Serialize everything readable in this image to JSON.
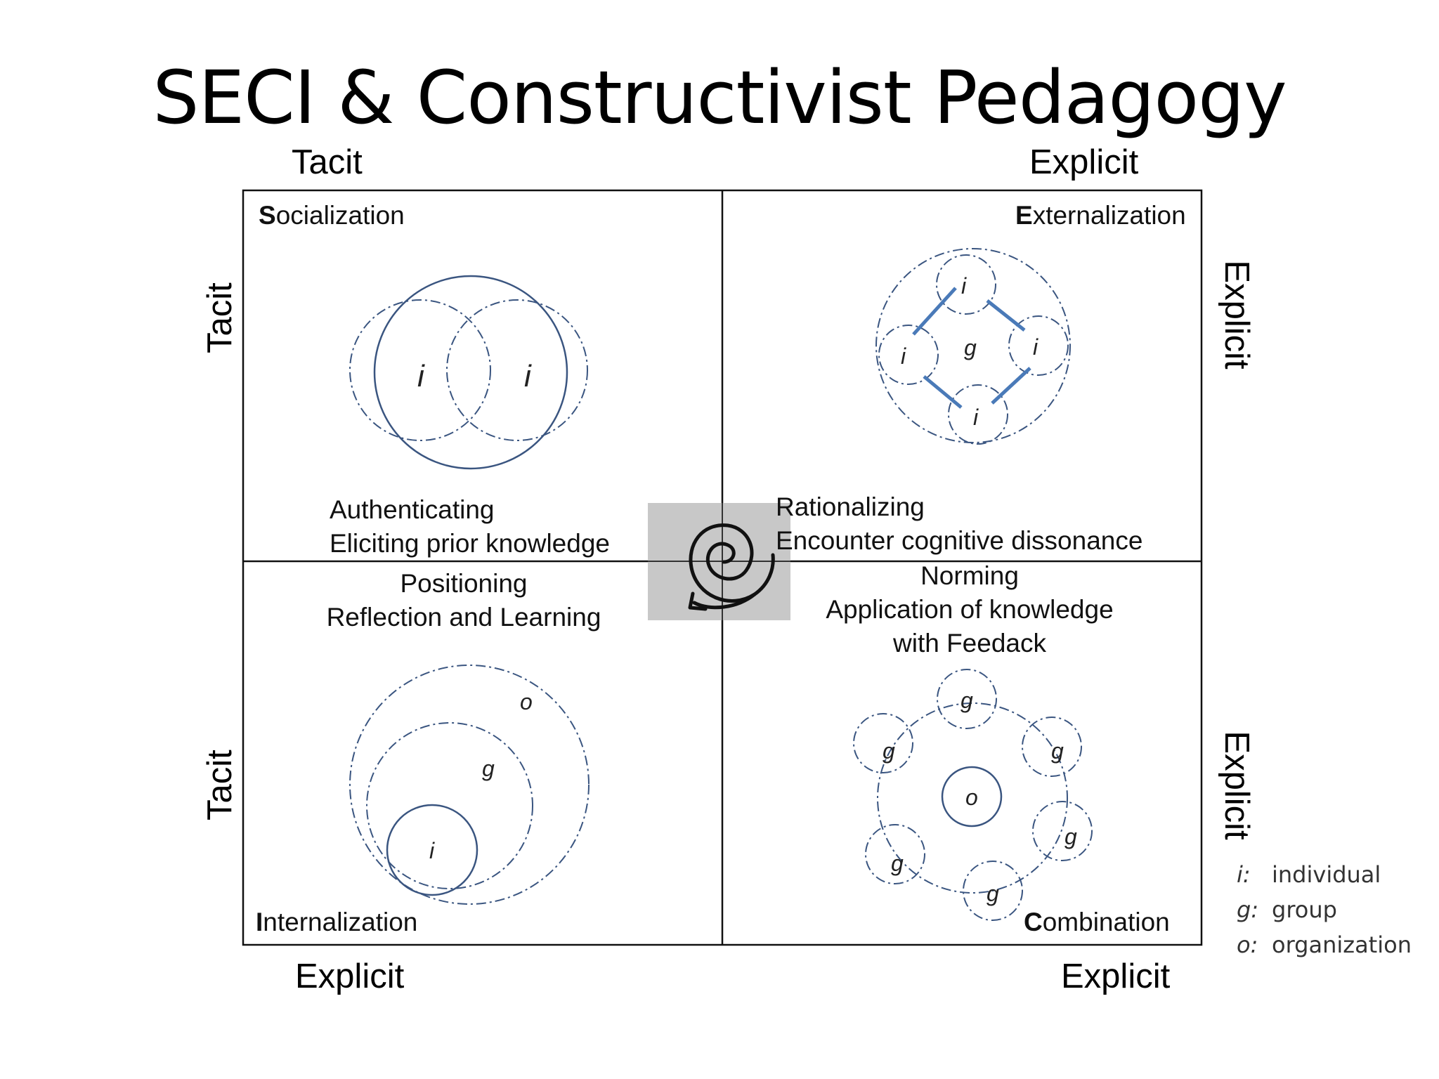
{
  "title": "SECI & Constructivist Pedagogy",
  "axes": {
    "top_left": "Tacit",
    "top_right": "Explicit",
    "left_top": "Tacit",
    "left_bottom": "Tacit",
    "right_top": "Explicit",
    "right_bottom": "Explicit",
    "bottom_left": "Explicit",
    "bottom_right": "Explicit"
  },
  "quadrants": {
    "socialization": {
      "initial": "S",
      "rest": "ocialization"
    },
    "externalization": {
      "initial": "E",
      "rest": "xternalization"
    },
    "internalization": {
      "initial": "I",
      "rest": "nternalization"
    },
    "combination": {
      "initial": "C",
      "rest": "ombination"
    }
  },
  "stages": {
    "authenticating": {
      "line1": "Authenticating",
      "line2": "Eliciting prior knowledge"
    },
    "rationalizing": {
      "line1": "Rationalizing",
      "line2": "Encounter cognitive dissonance"
    },
    "positioning": {
      "line1": "Positioning",
      "line2": "Reflection and Learning"
    },
    "norming": {
      "line1": "Norming",
      "line2": "Application of knowledge",
      "line3": "with Feedack"
    }
  },
  "nodes": {
    "i": "i",
    "g": "g",
    "o": "o"
  },
  "legend": [
    {
      "key": "i:",
      "label": "individual"
    },
    {
      "key": "g:",
      "label": "group"
    },
    {
      "key": "o:",
      "label": "organization"
    }
  ],
  "colors": {
    "circle": "#3a5580",
    "link": "#4a7ab8",
    "frame": "#111111",
    "spiral_bg": "#c8c8c8"
  }
}
